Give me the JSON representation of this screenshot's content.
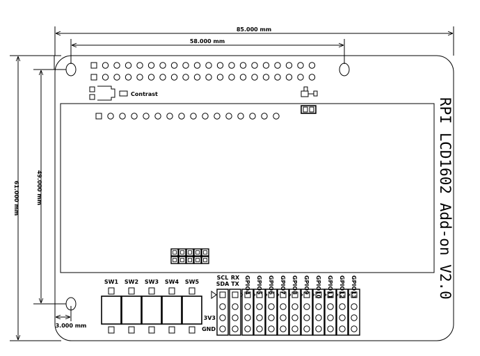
{
  "dimensions": {
    "board_width": "85.000 mm",
    "hole_spacing_x": "58.000 mm",
    "board_height": "61.000 mm",
    "hole_spacing_y": "49.000 mm",
    "hole_offset": "3.000 mm"
  },
  "labels": {
    "contrast": "Contrast",
    "title": "RPI LCD1602 Add-on V2.0",
    "rail_3v3": "3V3",
    "rail_gnd": "GND"
  },
  "switches": [
    "SW1",
    "SW2",
    "SW3",
    "SW4",
    "SW5"
  ],
  "headers": {
    "scl": "SCL",
    "sda": "SDA",
    "rx": "RX",
    "tx": "TX",
    "gpio": [
      "GPIO4",
      "GPIO5",
      "GPIO6",
      "GPIO7",
      "GPIO8",
      "GPIO9",
      "GPIO10",
      "GPIO11",
      "GPIO12",
      "GPIO13"
    ]
  }
}
